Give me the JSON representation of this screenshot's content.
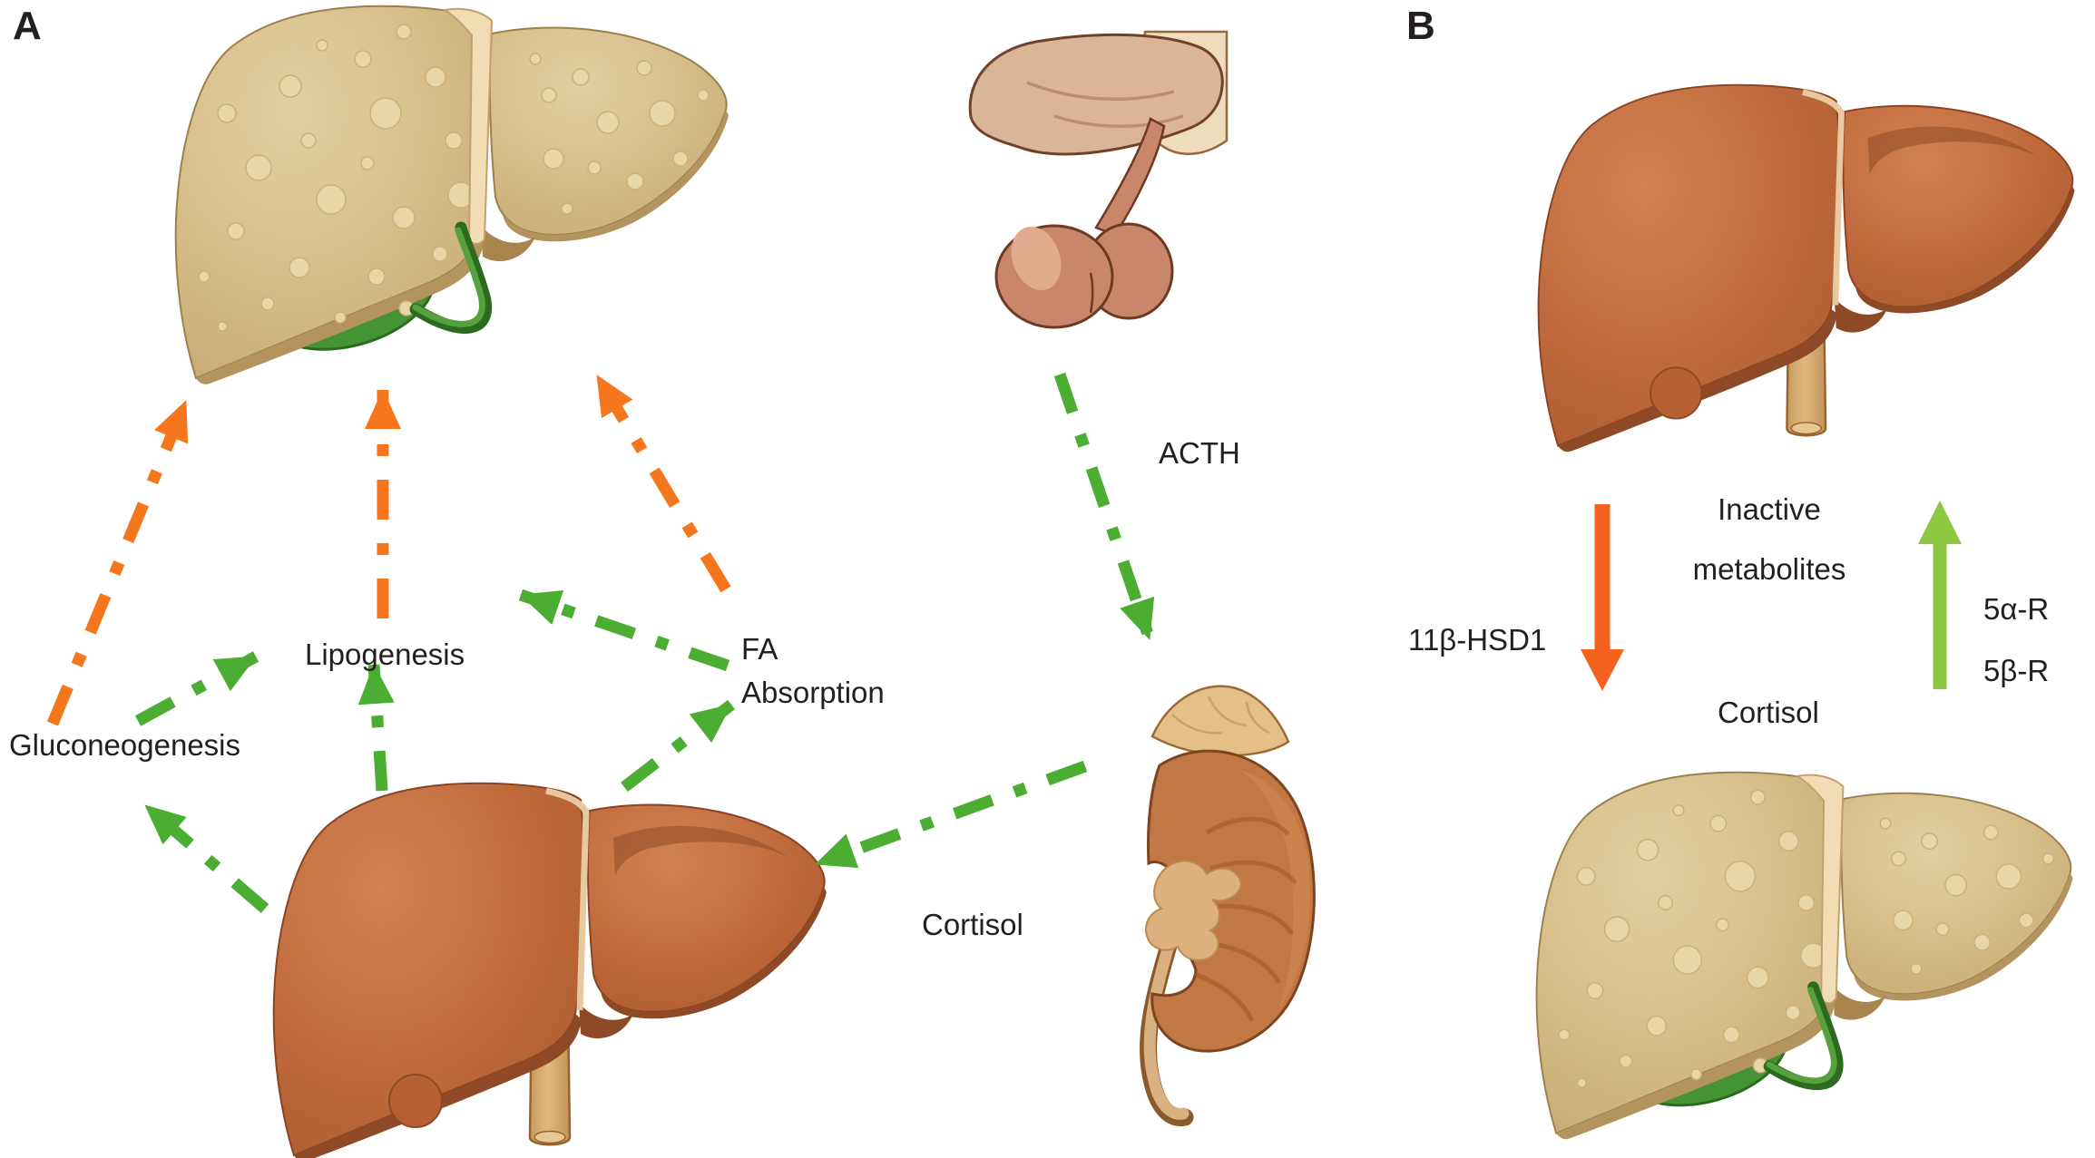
{
  "figure": {
    "type": "medical-pathway-diagram",
    "background": "#ffffff"
  },
  "panel_a": {
    "letter": "A",
    "labels": {
      "gluconeogenesis": "Gluconeogenesis",
      "lipogenesis": "Lipogenesis",
      "fa_line1": "FA",
      "fa_line2": "Absorption",
      "acth": "ACTH",
      "cortisol": "Cortisol"
    },
    "organs": {
      "fatty_liver": "fatty liver",
      "pituitary": "pituitary gland",
      "healthy_liver": "healthy liver",
      "kidney_adrenal": "kidney with adrenal gland"
    },
    "arrows": [
      {
        "name": "gluconeogenesis-to-fatty-liver",
        "color": "orange",
        "style": "dash-dot"
      },
      {
        "name": "lipogenesis-to-fatty-liver",
        "color": "orange",
        "style": "dash-dot"
      },
      {
        "name": "fa-absorption-to-fatty-liver",
        "color": "orange",
        "style": "dash-dot"
      },
      {
        "name": "healthy-liver-to-gluconeogenesis",
        "color": "green",
        "style": "dash-dot"
      },
      {
        "name": "gluconeogenesis-to-lipogenesis",
        "color": "green",
        "style": "dash-dot"
      },
      {
        "name": "healthy-liver-to-lipogenesis",
        "color": "green",
        "style": "dash-dot"
      },
      {
        "name": "healthy-liver-to-fa-absorption",
        "color": "green",
        "style": "dash-dot"
      },
      {
        "name": "fa-absorption-to-lipogenesis",
        "color": "green",
        "style": "dash-dot"
      },
      {
        "name": "pituitary-to-adrenal-acth",
        "color": "green",
        "style": "dash-dot"
      },
      {
        "name": "kidney-to-healthy-liver-cortisol",
        "color": "green",
        "style": "dash-dot"
      }
    ]
  },
  "panel_b": {
    "letter": "B",
    "labels": {
      "enzyme_down": "11β-HSD1",
      "inactive_line1": "Inactive",
      "inactive_line2": "metabolites",
      "reductase_line1": "5α-R",
      "reductase_line2": "5β-R",
      "cortisol": "Cortisol"
    },
    "organs": {
      "healthy_liver": "healthy liver",
      "fatty_liver": "fatty liver"
    },
    "arrows": [
      {
        "name": "cortisol-inactivation-down",
        "color": "orange",
        "style": "solid"
      },
      {
        "name": "cortisol-regeneration-up",
        "color": "light-green",
        "style": "solid"
      }
    ]
  },
  "colors": {
    "arrow_orange_a": "#f5761c",
    "arrow_orange_b": "#f4601e",
    "arrow_green_a": "#4bad31",
    "arrow_green_b": "#8dc63f",
    "text": "#231f20",
    "fatty_liver_base": "#d5bd88",
    "healthy_liver_base": "#c06a3c",
    "gallbladder_green": "#449334"
  }
}
